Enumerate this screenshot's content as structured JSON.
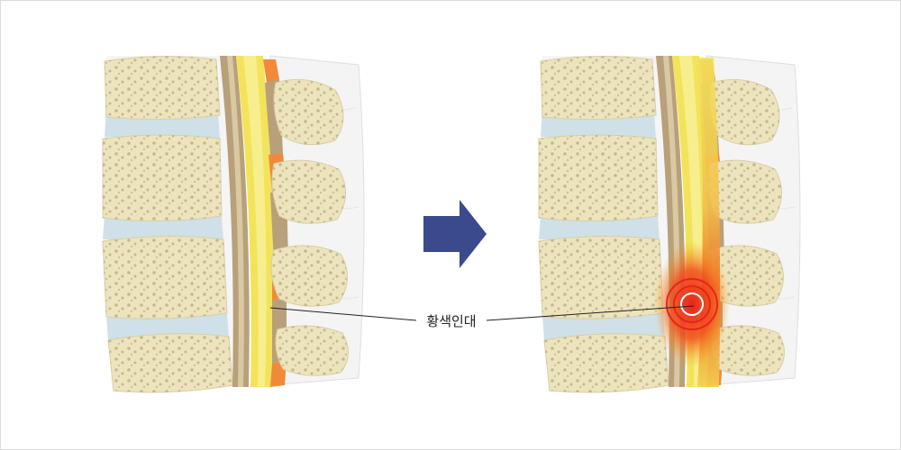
{
  "callout": {
    "label": "황색인대"
  },
  "panels": [
    {
      "state": "normal",
      "ligament_color": "#f2e35a"
    },
    {
      "state": "thickened-inflamed",
      "ligament_color": "#f2e35a",
      "inflammation_color": "#e8231a"
    }
  ],
  "arrow": {
    "color": "#3a4a8c",
    "icon": "arrow-right-icon"
  },
  "colors": {
    "vertebra": "#ede4bd",
    "vertebra_dots": "#b9ae84",
    "disc": "#cfe0e8",
    "spinal_canal": "#f2e35a",
    "ligament_orange": "#f08a3a",
    "ligament_brown": "#b8a07a",
    "tissue": "#f6f6f6"
  }
}
